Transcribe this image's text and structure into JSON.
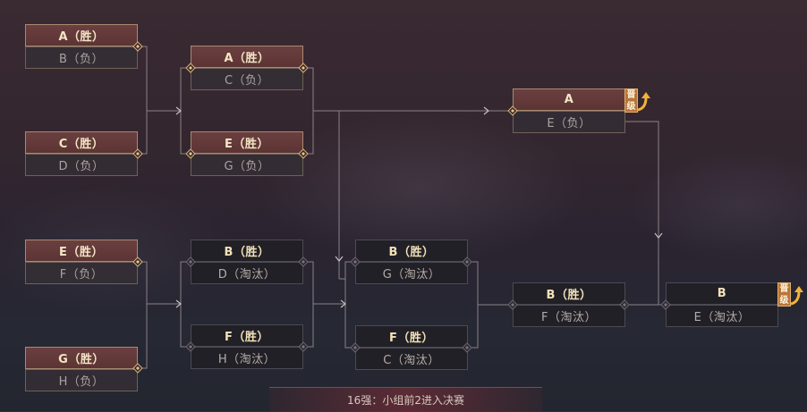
{
  "round1": [
    {
      "top": "A（胜）",
      "bottom": "B（负）"
    },
    {
      "top": "C（胜）",
      "bottom": "D（负）"
    },
    {
      "top": "E（胜）",
      "bottom": "F（负）"
    },
    {
      "top": "G（胜）",
      "bottom": "H（负）"
    }
  ],
  "winners_round2": [
    {
      "top": "A（胜）",
      "bottom": "C（负）"
    },
    {
      "top": "E（胜）",
      "bottom": "G（负）"
    }
  ],
  "winners_final": {
    "top": "A",
    "bottom": "E（负）",
    "badge": "晋级",
    "badge_line1": "晋",
    "badge_line2": "级"
  },
  "losers_round1": [
    {
      "top": "B（胜）",
      "bottom": "D（淘汰）"
    },
    {
      "top": "F（胜）",
      "bottom": "H（淘汰）"
    }
  ],
  "losers_round2": [
    {
      "top": "B（胜）",
      "bottom": "G（淘汰）"
    },
    {
      "top": "F（胜）",
      "bottom": "C（淘汰）"
    }
  ],
  "losers_round3": {
    "top": "B（胜）",
    "bottom": "F（淘汰）"
  },
  "decider": {
    "top": "B",
    "bottom": "E（淘汰）",
    "badge": "晋级",
    "badge_line1": "晋",
    "badge_line2": "级"
  },
  "footer_text": "16强：小组前2进入决赛",
  "colors": {
    "winner_bg": "#6b3f3f",
    "winner_text": "#f3e6c6",
    "badge": "#b8763a",
    "line": "#9c9096"
  }
}
